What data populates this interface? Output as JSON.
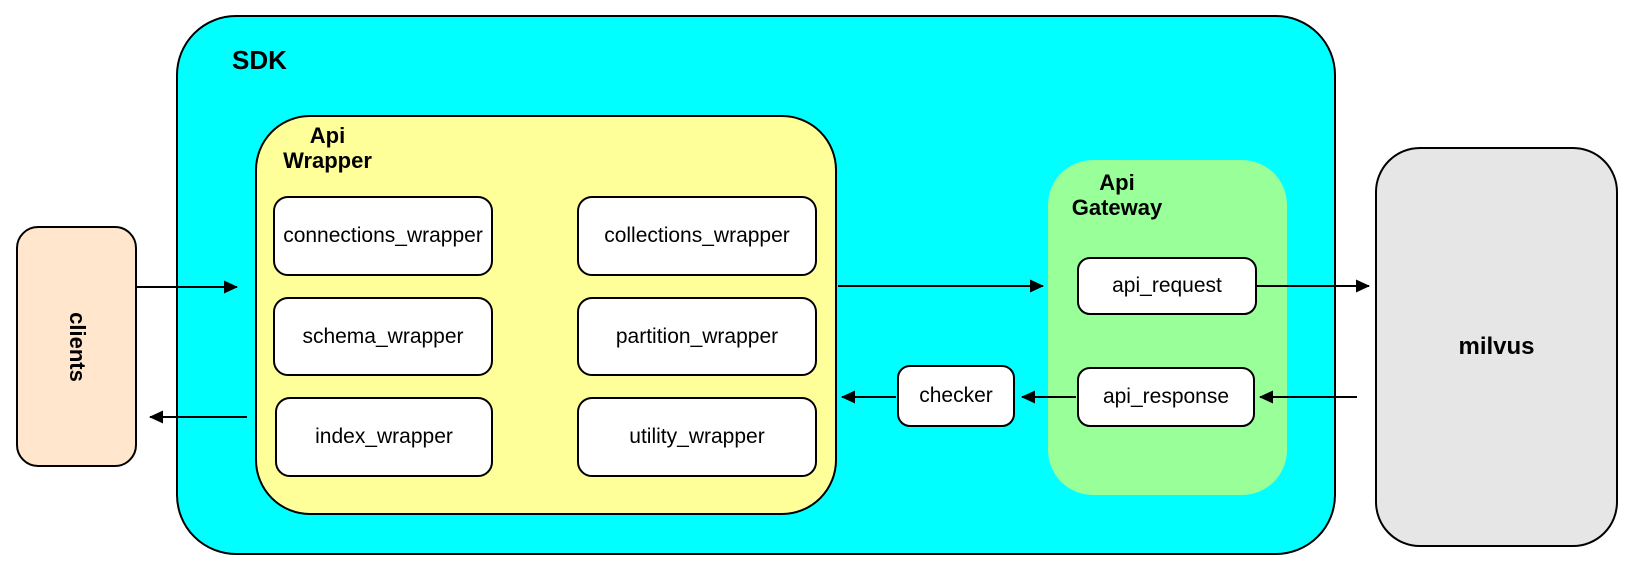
{
  "diagram": {
    "title_hint": "SDK architecture diagram",
    "clients": {
      "label": "clients"
    },
    "sdk": {
      "label": "SDK"
    },
    "api_wrapper": {
      "label": "Api\nWrapper",
      "boxes": [
        "connections_wrapper",
        "collections_wrapper",
        "schema_wrapper",
        "partition_wrapper",
        "index_wrapper",
        "utility_wrapper"
      ]
    },
    "checker": {
      "label": "checker"
    },
    "api_gateway": {
      "label": "Api\nGateway",
      "request_label": "api_request",
      "response_label": "api_response"
    },
    "milvus": {
      "label": "milvus"
    },
    "colors": {
      "sdk_fill": "#00FFFF",
      "api_wrapper_fill": "#FFFF99",
      "api_gateway_fill": "#99FF99",
      "clients_fill": "#FFE6CC",
      "milvus_fill": "#E6E6E6",
      "node_fill": "#FFFFFF",
      "stroke": "#000000"
    },
    "connections": [
      "clients -> sdk",
      "sdk -> clients",
      "api_wrapper -> api_gateway",
      "api_request -> milvus",
      "milvus -> api_response",
      "api_response -> checker",
      "checker -> api_wrapper"
    ]
  }
}
